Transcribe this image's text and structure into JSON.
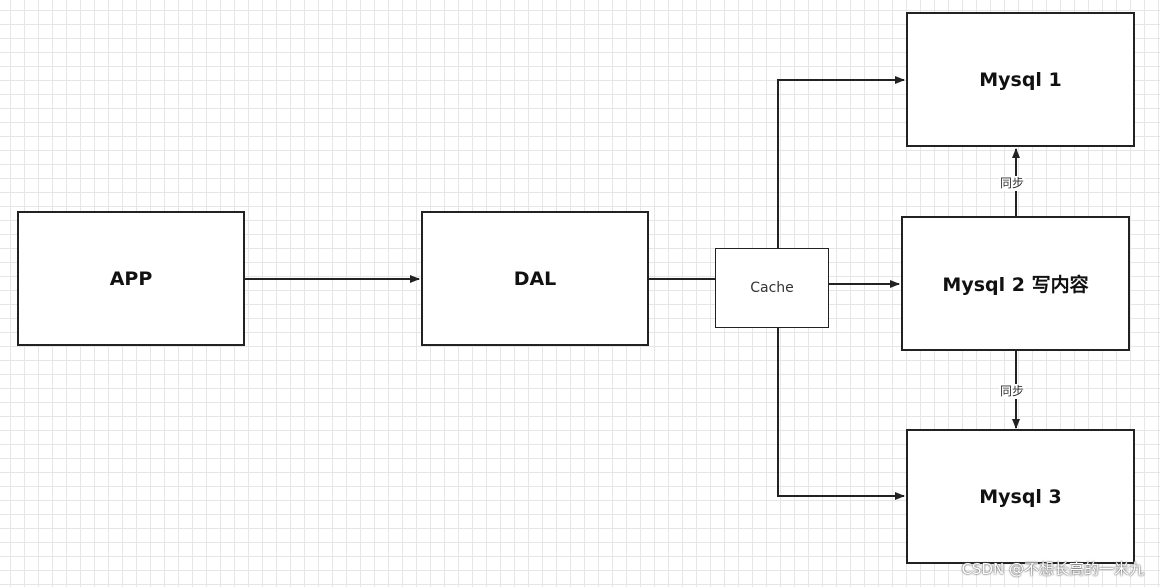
{
  "nodes": {
    "app": {
      "label": "APP"
    },
    "dal": {
      "label": "DAL"
    },
    "cache": {
      "label": "Cache"
    },
    "mysql1": {
      "label": "Mysql 1"
    },
    "mysql2": {
      "label": "Mysql 2  写内容"
    },
    "mysql3": {
      "label": "Mysql 3"
    }
  },
  "edges": [
    {
      "from": "app",
      "to": "dal"
    },
    {
      "from": "dal",
      "to": "cache"
    },
    {
      "from": "cache",
      "to": "mysql1"
    },
    {
      "from": "cache",
      "to": "mysql2"
    },
    {
      "from": "cache",
      "to": "mysql3"
    },
    {
      "from": "mysql2",
      "to": "mysql1",
      "label": "同步"
    },
    {
      "from": "mysql2",
      "to": "mysql3",
      "label": "同步"
    }
  ],
  "edge_labels": {
    "sync_up": "同步",
    "sync_down": "同步"
  },
  "watermark": "CSDN @不想长高的一米九",
  "colors": {
    "line": "#222222",
    "grid": "#e6e6e6",
    "background": "#ffffff"
  }
}
